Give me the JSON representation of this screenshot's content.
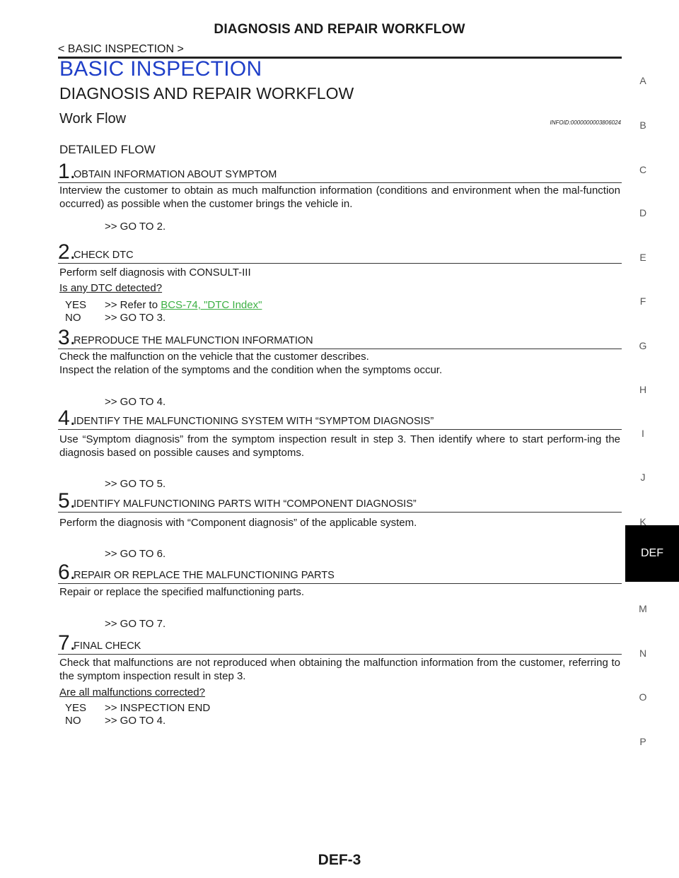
{
  "header": {
    "title": "DIAGNOSIS AND REPAIR WORKFLOW",
    "breadcrumb": "< BASIC INSPECTION >"
  },
  "section": {
    "title": "BASIC INSPECTION",
    "subtitle": "DIAGNOSIS AND REPAIR WORKFLOW",
    "workflow_title": "Work Flow",
    "info_id": "INFOID:0000000003806024",
    "detailed_flow": "DETAILED FLOW"
  },
  "steps": [
    {
      "num": "1.",
      "title": "OBTAIN INFORMATION ABOUT SYMPTOM",
      "body": "Interview the customer to obtain as much malfunction information (conditions and environment when the mal-function occurred) as possible when the customer brings the vehicle in.",
      "goto": ">> GO TO 2."
    },
    {
      "num": "2.",
      "title": "CHECK DTC",
      "body": "Perform self diagnosis with CONSULT-III",
      "question": "Is any DTC detected?",
      "yes_key": "YES",
      "yes_text": ">> Refer to ",
      "yes_link": "BCS-74, \"DTC Index\"",
      "no_key": "NO",
      "no_text": ">> GO TO 3."
    },
    {
      "num": "3.",
      "title": "REPRODUCE THE MALFUNCTION INFORMATION",
      "body_line1": "Check the malfunction on the vehicle that the customer describes.",
      "body_line2": "Inspect the relation of the symptoms and the condition when the symptoms occur.",
      "goto": ">> GO TO 4."
    },
    {
      "num": "4.",
      "title": "IDENTIFY THE MALFUNCTIONING SYSTEM WITH “SYMPTOM DIAGNOSIS”",
      "body": "Use “Symptom diagnosis” from the symptom inspection result in step 3. Then identify where to start perform-ing the diagnosis based on possible causes and symptoms.",
      "goto": ">> GO TO 5."
    },
    {
      "num": "5.",
      "title": "IDENTIFY MALFUNCTIONING PARTS WITH “COMPONENT DIAGNOSIS”",
      "body": "Perform the diagnosis with “Component diagnosis” of the applicable system.",
      "goto": ">> GO TO 6."
    },
    {
      "num": "6.",
      "title": "REPAIR OR REPLACE THE MALFUNCTIONING PARTS",
      "body": "Repair or replace the specified malfunctioning parts.",
      "goto": ">> GO TO 7."
    },
    {
      "num": "7.",
      "title": "FINAL CHECK",
      "body": "Check that malfunctions are not reproduced when obtaining the malfunction information from the customer, referring to the symptom inspection result in step 3.",
      "question": "Are all malfunctions corrected?",
      "yes_key": "YES",
      "yes_text": ">> INSPECTION END",
      "no_key": "NO",
      "no_text": ">> GO TO 4."
    }
  ],
  "side_index": [
    "A",
    "B",
    "C",
    "D",
    "E",
    "F",
    "G",
    "H",
    "I",
    "J",
    "K",
    "DEF",
    "M",
    "N",
    "O",
    "P"
  ],
  "side_active": "DEF",
  "footer": {
    "page": "DEF-3"
  },
  "colors": {
    "section_title": "#1f3fc8",
    "link": "#3cb043",
    "active_tab_bg": "#000000"
  }
}
